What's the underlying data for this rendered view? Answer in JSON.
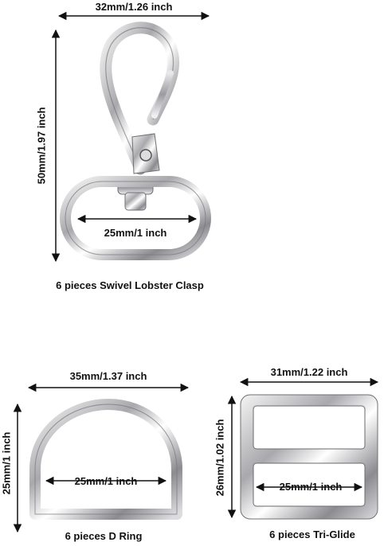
{
  "lobster_clasp": {
    "width_label": "32mm/1.26 inch",
    "height_label": "50mm/1.97 inch",
    "inner_label": "25mm/1 inch",
    "caption": "6 pieces Swivel Lobster Clasp"
  },
  "d_ring": {
    "width_label": "35mm/1.37 inch",
    "height_label": "25mm/1 inch",
    "inner_label": "25mm/1 inch",
    "caption": "6 pieces D Ring"
  },
  "tri_glide": {
    "width_label": "31mm/1.22 inch",
    "height_label": "26mm/1.02 inch",
    "inner_label": "25mm/1 inch",
    "caption": "6 pieces Tri-Glide"
  }
}
